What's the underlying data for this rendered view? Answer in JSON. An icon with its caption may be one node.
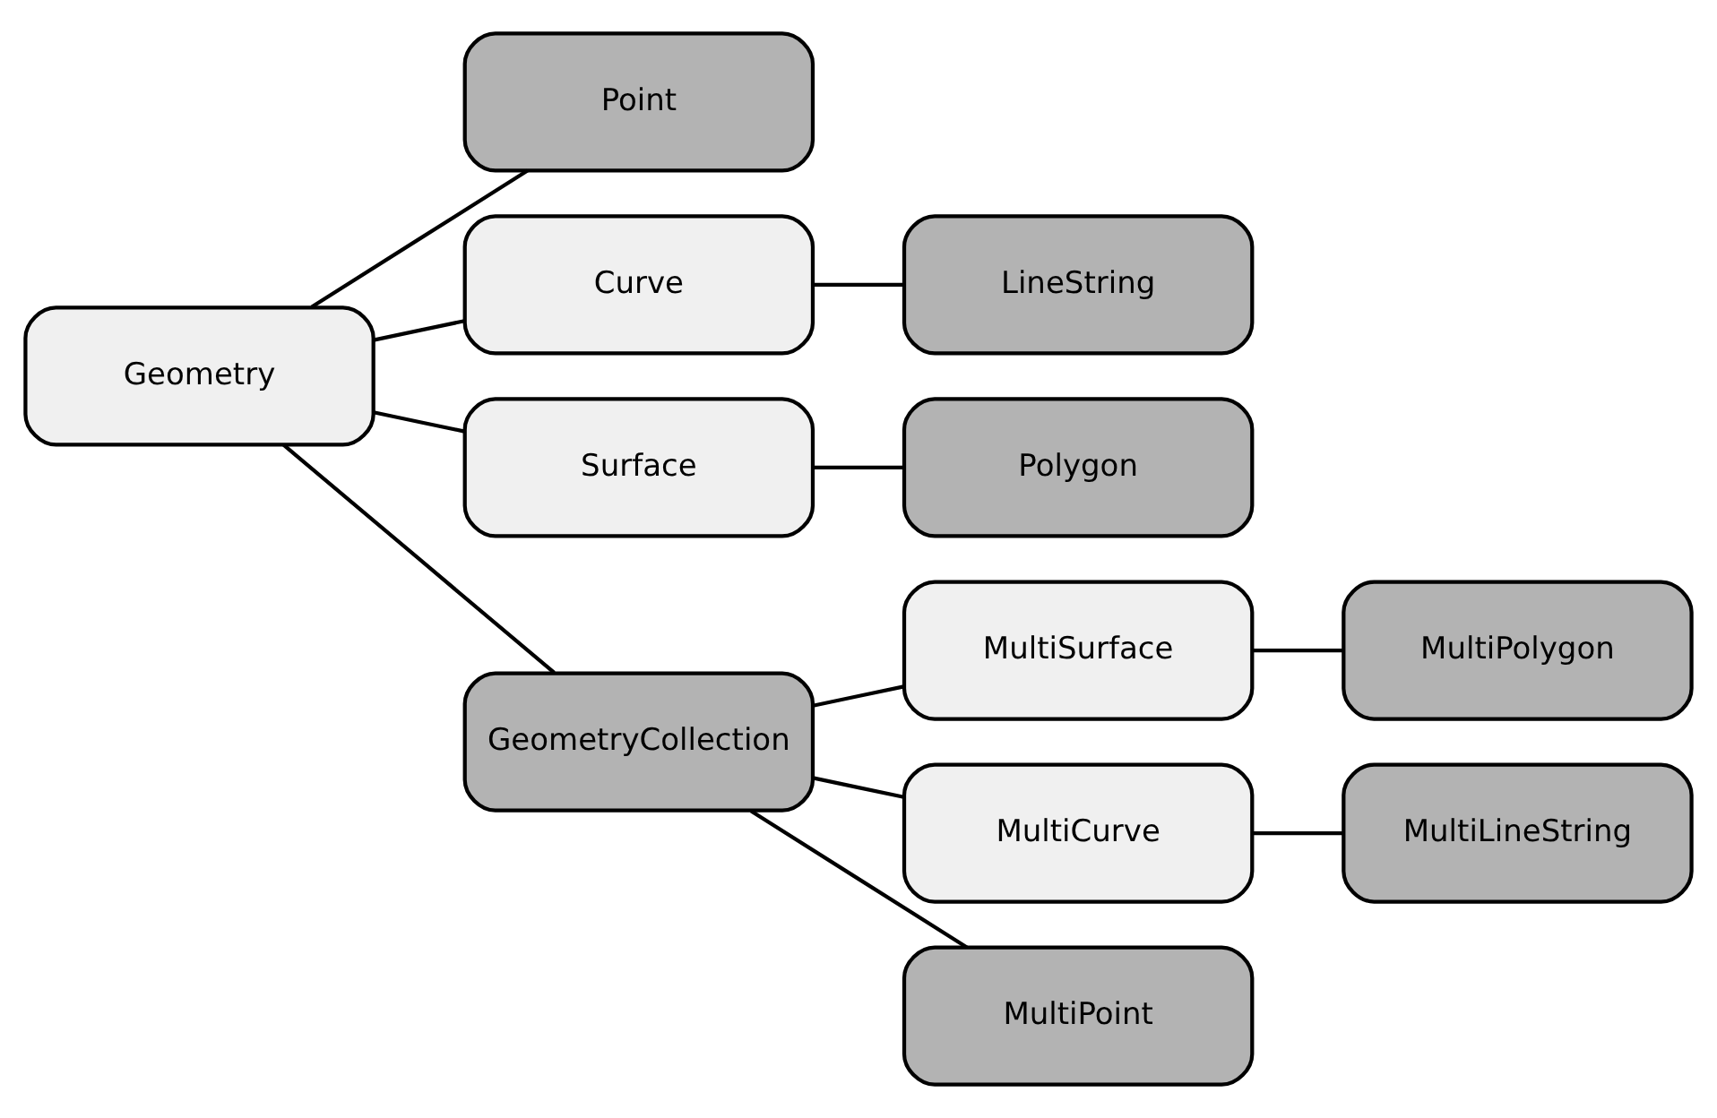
{
  "diagram": {
    "nodes": [
      {
        "text": [
          "Geometry"
        ]
      },
      {
        "text": [
          "Point"
        ]
      },
      {
        "text": [
          "Curve"
        ]
      },
      {
        "text": [
          "LineString"
        ]
      },
      {
        "text": [
          "Surface"
        ]
      },
      {
        "text": [
          "Polygon"
        ]
      },
      {
        "text": [
          "GeometryCollection"
        ]
      },
      {
        "text": [
          "MultiSurface"
        ]
      },
      {
        "text": [
          "MultiPolygon"
        ]
      },
      {
        "text": [
          "MultiCurve"
        ]
      },
      {
        "text": [
          "MultiLineString"
        ]
      },
      {
        "text": [
          "MultiPoint"
        ]
      }
    ],
    "edges": [
      {
        "from": 0,
        "to": 1,
        "arrow": "none"
      },
      {
        "from": 0,
        "to": 2,
        "arrow": "none"
      },
      {
        "from": 2,
        "to": 3,
        "arrow": "none"
      },
      {
        "from": 0,
        "to": 4,
        "arrow": "none"
      },
      {
        "from": 4,
        "to": 5,
        "arrow": "none"
      },
      {
        "from": 0,
        "to": 6,
        "arrow": "none"
      },
      {
        "from": 6,
        "to": 7,
        "arrow": "none"
      },
      {
        "from": 7,
        "to": 8,
        "arrow": "none"
      },
      {
        "from": 6,
        "to": 9,
        "arrow": "none"
      },
      {
        "from": 9,
        "to": 10,
        "arrow": "none"
      },
      {
        "from": 6,
        "to": 11,
        "arrow": "none"
      }
    ]
  }
}
